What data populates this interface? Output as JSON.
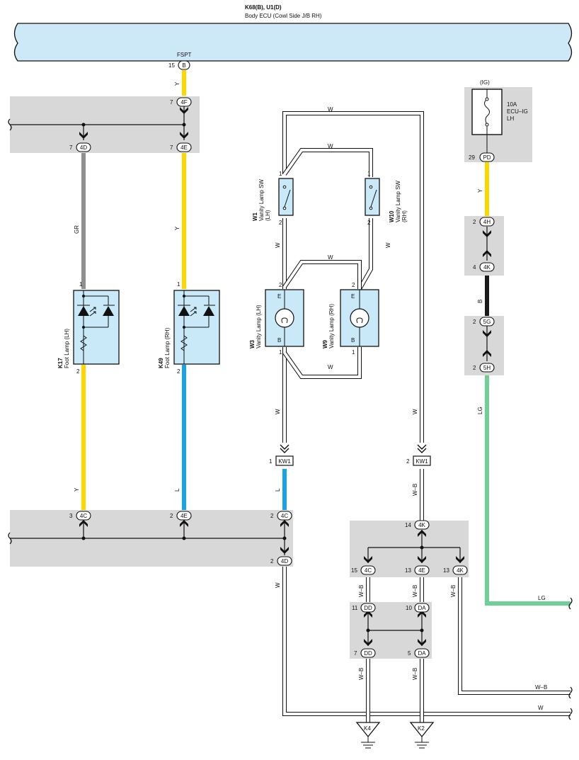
{
  "ecu": {
    "title": "K68(B), U1(D)",
    "subtitle": "Body ECU (Cowl Side J/B RH)",
    "fspt": "FSPT"
  },
  "pins": {
    "ecu_pin": "15",
    "ecu_conn": "B",
    "jb_4f_pin": "7",
    "jb_4f": "4F",
    "jb_4d_pin": "7",
    "jb_4d": "4D",
    "jb_4e_pin": "7",
    "jb_4e": "4E",
    "ig_pd_pin": "29",
    "ig_pd": "PD",
    "c4h_pin": "2",
    "c4h": "4H",
    "c4k_pin": "4",
    "c4k": "4K",
    "c5g_pin": "2",
    "c5g": "5G",
    "c5h_pin": "2",
    "c5h": "5H",
    "b4c_pin": "3",
    "b4c": "4C",
    "b4e_pin": "2",
    "b4e": "4E",
    "b4c2_pin": "2",
    "b4c2": "4C",
    "b4d_pin": "2",
    "b4d": "4D",
    "kw1a_pin": "1",
    "kw1b_pin": "2",
    "kw1": "KW1",
    "r4k_top_pin": "14",
    "r4k_top": "4K",
    "r4c_pin": "15",
    "r4c": "4C",
    "r4e_pin": "13",
    "r4e": "4E",
    "r4k_pin": "13",
    "r4k": "4K",
    "dd_top_pin": "11",
    "dd": "DD",
    "da_top_pin": "10",
    "da": "DA",
    "dd_bot_pin": "7",
    "da_bot_pin": "5"
  },
  "wires": {
    "y": "Y",
    "gr": "GR",
    "l": "L",
    "w": "W",
    "b": "B",
    "lg": "LG",
    "wb": "W–B"
  },
  "components": {
    "k17_id": "K17",
    "k17_name": "Foot Lamp (LH)",
    "k49_id": "K49",
    "k49_name": "Foot Lamp (RH)",
    "w1_id": "W1",
    "w1_name": "Vanity Lamp SW",
    "w1_side": "(LH)",
    "w10_id": "W10",
    "w10_name": "Vanity Lamp SW",
    "w10_side": "(RH)",
    "w3_id": "W3",
    "w3_name": "Vanity Lamp (LH)",
    "w9_id": "W9",
    "w9_name": "Vanity Lamp (RH)",
    "fuse_ig": "(IG)",
    "fuse_amp": "10A",
    "fuse_name": "ECU–IG",
    "fuse_side": "LH",
    "k4": "K4",
    "k2": "K2"
  },
  "pin_numbers": {
    "one": "1",
    "two": "2",
    "e": "E",
    "b": "B"
  },
  "colors": {
    "yellow": "#ffd600",
    "gray": "#8f8f8f",
    "blue": "#1aa3e4",
    "black": "#1a1a1a",
    "green": "#6fcf97",
    "ecu": "#cde9f7",
    "box": "#d8d8d8"
  }
}
